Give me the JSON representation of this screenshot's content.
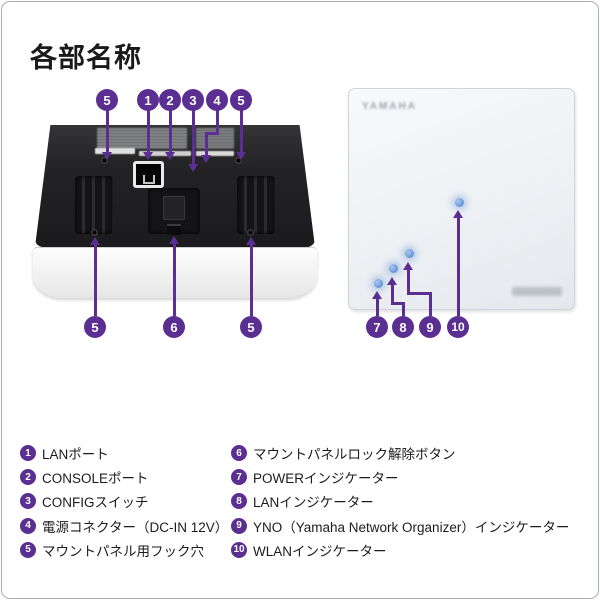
{
  "page": {
    "title": "各部名称"
  },
  "colors": {
    "accent_purple": "#5b2e91",
    "led_blue": "#5f8fd6"
  },
  "front_device": {
    "logo_text": "YAMAHA"
  },
  "callouts": {
    "back_top": [
      "5",
      "1",
      "2",
      "3",
      "4",
      "5"
    ],
    "back_bottom": [
      "5",
      "6",
      "5"
    ],
    "front_bottom": [
      "7",
      "8",
      "9",
      "10"
    ]
  },
  "legend": {
    "left": [
      {
        "num": "1",
        "label": "LANポート"
      },
      {
        "num": "2",
        "label": "CONSOLEポート"
      },
      {
        "num": "3",
        "label": "CONFIGスイッチ"
      },
      {
        "num": "4",
        "label": "電源コネクター（DC-IN 12V）"
      },
      {
        "num": "5",
        "label": "マウントパネル用フック穴"
      }
    ],
    "right": [
      {
        "num": "6",
        "label": "マウントパネルロック解除ボタン"
      },
      {
        "num": "7",
        "label": "POWERインジケーター"
      },
      {
        "num": "8",
        "label": "LANインジケーター"
      },
      {
        "num": "9",
        "label": "YNO（Yamaha Network Organizer）インジケーター"
      },
      {
        "num": "10",
        "label": "WLANインジケーター"
      }
    ]
  }
}
